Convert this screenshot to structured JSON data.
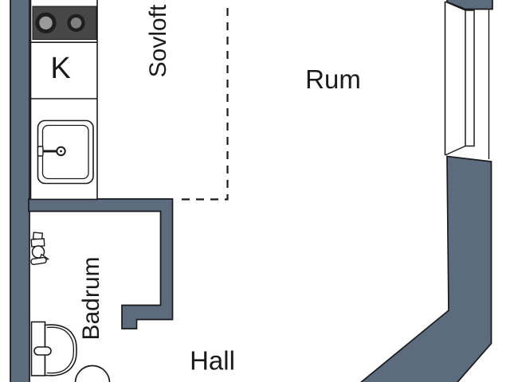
{
  "plan": {
    "type": "apartment-floor-plan",
    "rooms": {
      "sleeping_loft": "Sovloft",
      "main_room": "Rum",
      "kitchen": "K",
      "bathroom": "Badrum",
      "hall": "Hall"
    }
  },
  "icons": {
    "stove": "stove-burners-icon",
    "sink": "kitchen-sink-icon",
    "faucet": "faucet-icon",
    "window": "window-icon",
    "toilet": "toilet-icon",
    "washbasin": "washbasin-icon",
    "valve": "shower-mixer-icon"
  },
  "colors": {
    "wall": "#5c6b7e",
    "outline": "#1a1a1a",
    "text": "#1a1a1a",
    "stove_body": "#474747",
    "burner_ring": "#1f1f1f",
    "burner_inner_left": "#9a9a9a",
    "burner_inner_right": "#808080",
    "background": "#ffffff"
  }
}
